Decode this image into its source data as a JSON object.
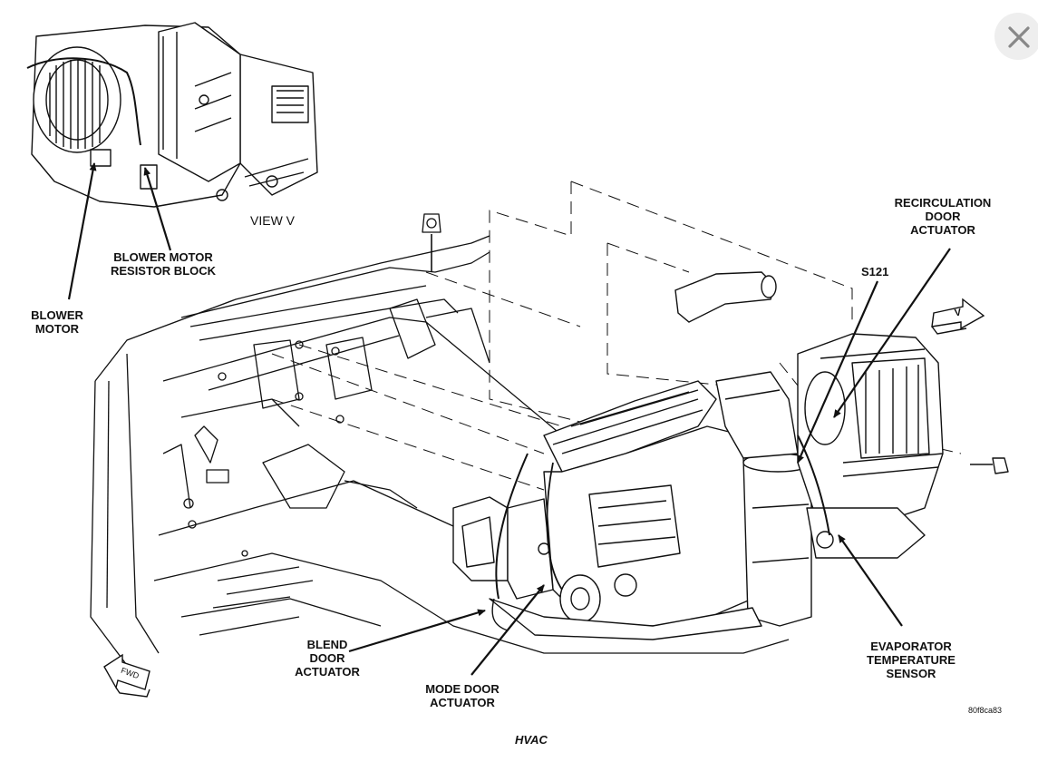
{
  "caption": "HVAC",
  "image_code": "80f8ca83",
  "labels": {
    "view_v": "VIEW V",
    "blower_motor": [
      "BLOWER",
      "MOTOR"
    ],
    "resistor_block": [
      "BLOWER MOTOR",
      "RESISTOR BLOCK"
    ],
    "recirc_actuator": [
      "RECIRCULATION",
      "DOOR",
      "ACTUATOR"
    ],
    "splice": "S121",
    "blend_actuator": [
      "BLEND",
      "DOOR",
      "ACTUATOR"
    ],
    "mode_actuator": [
      "MODE DOOR",
      "ACTUATOR"
    ],
    "evap_sensor": [
      "EVAPORATOR",
      "TEMPERATURE",
      "SENSOR"
    ],
    "view_arrow": "V",
    "fwd_arrow": "FWD"
  },
  "icons": {
    "close": "close-icon"
  },
  "colors": {
    "line": "#111111",
    "close_bg": "#eeeeee",
    "close_x": "#888888"
  }
}
